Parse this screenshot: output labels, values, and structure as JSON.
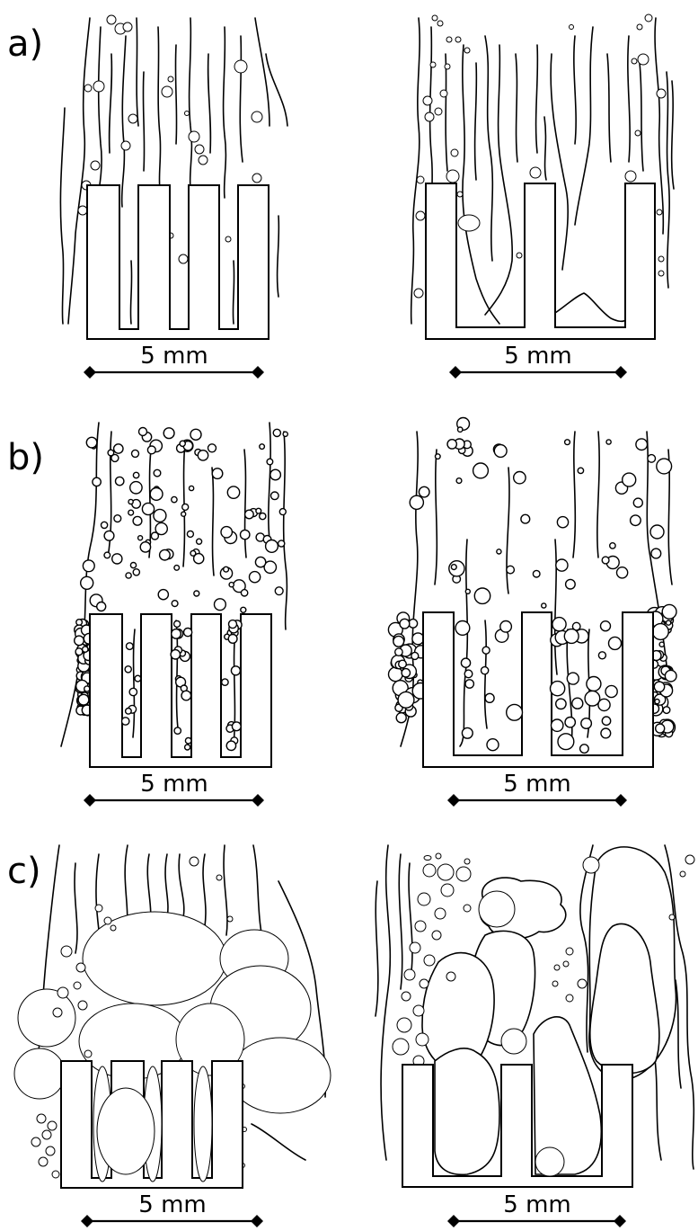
{
  "figure": {
    "rows": [
      {
        "label": "a)",
        "panels": [
          {
            "id": "a-left",
            "structure": "three-slot fin",
            "scale": "5 mm",
            "bubble_size": "small",
            "bubble_density": "sparse"
          },
          {
            "id": "a-right",
            "structure": "two-slot fin",
            "scale": "5 mm",
            "bubble_size": "small",
            "bubble_density": "sparse"
          }
        ]
      },
      {
        "label": "b)",
        "panels": [
          {
            "id": "b-left",
            "structure": "three-slot fin",
            "scale": "5 mm",
            "bubble_size": "small",
            "bubble_density": "dense"
          },
          {
            "id": "b-right",
            "structure": "two-slot fin",
            "scale": "5 mm",
            "bubble_size": "small-medium",
            "bubble_density": "dense"
          }
        ]
      },
      {
        "label": "c)",
        "panels": [
          {
            "id": "c-left",
            "structure": "three-slot fin",
            "scale": "5 mm",
            "bubble_size": "large coalesced",
            "bubble_density": "dense"
          },
          {
            "id": "c-right",
            "structure": "two-slot fin",
            "scale": "5 mm",
            "bubble_size": "large coalesced slugs",
            "bubble_density": "dense"
          }
        ]
      }
    ],
    "colors": {
      "ink": "#000000",
      "background": "#ffffff"
    }
  }
}
